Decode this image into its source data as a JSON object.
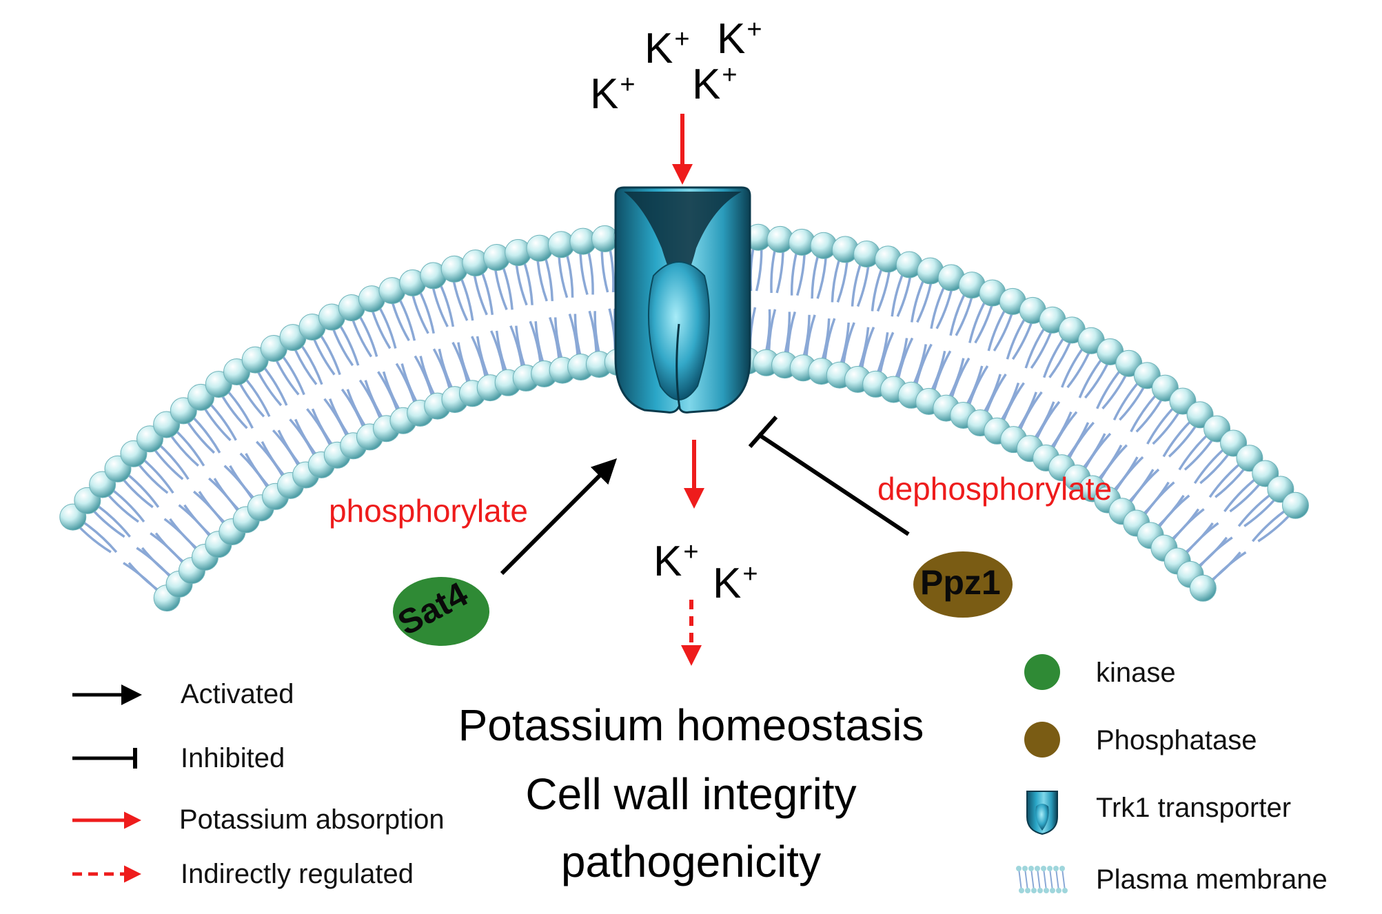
{
  "ions_outside": [
    {
      "symbol": "K",
      "charge": "+"
    },
    {
      "symbol": "K",
      "charge": "+"
    },
    {
      "symbol": "K",
      "charge": "+"
    },
    {
      "symbol": "K",
      "charge": "+"
    }
  ],
  "ions_inside": [
    {
      "symbol": "K",
      "charge": "+"
    },
    {
      "symbol": "K",
      "charge": "+"
    }
  ],
  "labels": {
    "phosphorylate": "phosphorylate",
    "dephosphorylate": "dephosphorylate"
  },
  "proteins": {
    "kinase": {
      "name": "Sat4",
      "color": "#2f8a35"
    },
    "phosphatase": {
      "name": "Ppz1",
      "color": "#7a5c14"
    },
    "transporter": {
      "color": "#1f8fb0"
    }
  },
  "outcomes": [
    "Potassium homeostasis",
    "Cell wall integrity",
    "pathogenicity"
  ],
  "legend_arrows": [
    {
      "label": "Activated",
      "style": "black-arrow",
      "color": "#000000"
    },
    {
      "label": "Inhibited",
      "style": "black-tbar",
      "color": "#000000"
    },
    {
      "label": "Potassium absorption",
      "style": "red-arrow",
      "color": "#ee1c1c"
    },
    {
      "label": "Indirectly regulated",
      "style": "red-dashed-arrow",
      "color": "#ee1c1c"
    }
  ],
  "legend_symbols": [
    {
      "label": "kinase",
      "icon": "green-circle-icon",
      "color": "#2f8a35"
    },
    {
      "label": "Phosphatase",
      "icon": "brown-circle-icon",
      "color": "#7a5c14"
    },
    {
      "label": "Trk1 transporter",
      "icon": "transporter-icon",
      "color": "#1f8fb0"
    },
    {
      "label": "Plasma membrane",
      "icon": "membrane-icon",
      "color": "#9fd6dc"
    }
  ]
}
